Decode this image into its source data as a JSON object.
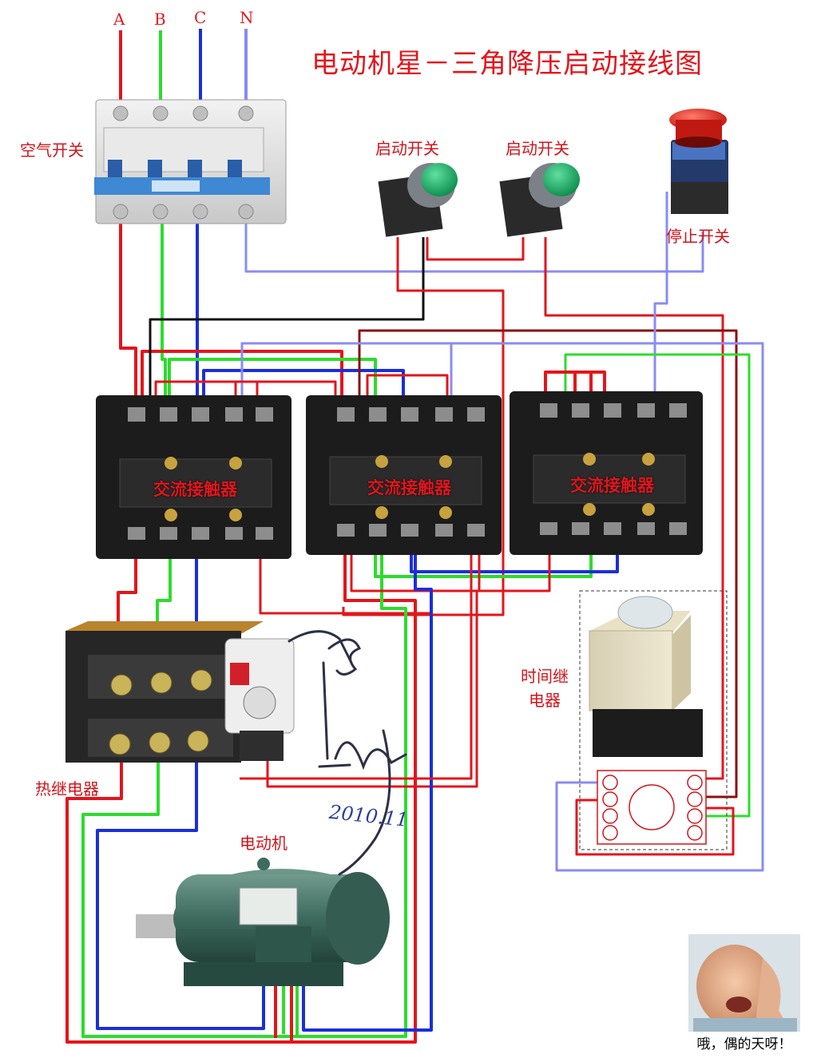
{
  "title": "电动机星－三角降压启动接线图",
  "phases": [
    "A",
    "B",
    "C",
    "N"
  ],
  "labels": {
    "air_switch": "空气开关",
    "start_switch_1": "启动开关",
    "start_switch_2": "启动开关",
    "stop_switch": "停止开关",
    "contactor_1": "交流接触器",
    "contactor_2": "交流接触器",
    "contactor_3": "交流接触器",
    "time_relay": "时间继\n电器",
    "thermal_relay": "热继电器",
    "motor": "电动机"
  },
  "handwriting": "2010.11",
  "caption": "哦，偶的天呀！",
  "colors": {
    "phase_a": "#e3151c",
    "phase_b": "#2ddc2d",
    "phase_c": "#1b2fd8",
    "neutral": "#8a8cf0",
    "control_black": "#111111",
    "control_darkred": "#8a1111",
    "contactor_body": "#1c1c1c",
    "motor_body": "#3e6b5e",
    "label_red": "#d0141b"
  }
}
